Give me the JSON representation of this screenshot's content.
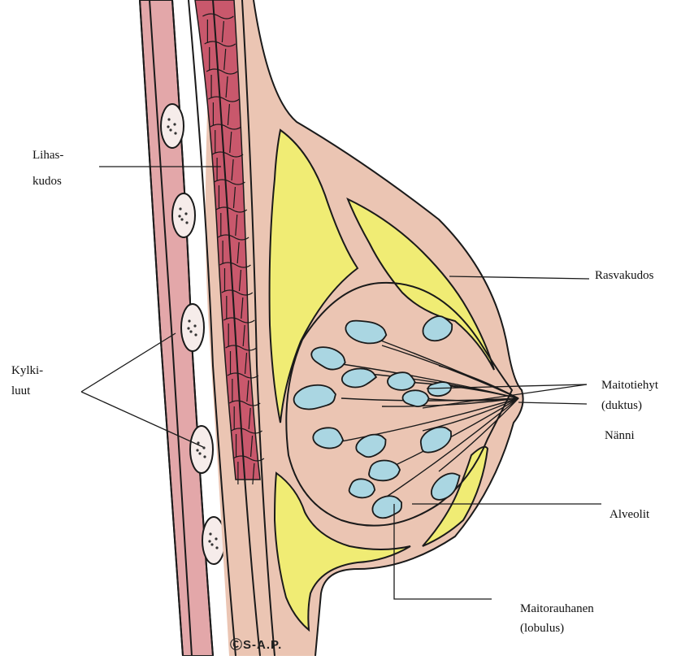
{
  "labels": {
    "lihas_line1": "Lihas-",
    "lihas_line2": "kudos",
    "kylki_line1": "Kylki-",
    "kylki_line2": "luut",
    "rasvakudos": "Rasvakudos",
    "maitotiehyt_line1": "Maitotiehyt",
    "maitotiehyt_line2": "(duktus)",
    "nanni": "Nänni",
    "alveolit": "Alveolit",
    "maitorauhanen_line1": "Maitorauhanen",
    "maitorauhanen_line2": "(lobulus)"
  },
  "signature": "S-A.P.",
  "colors": {
    "outline": "#1a1a1a",
    "skin": "#ebc5b3",
    "muscle": "#c9586c",
    "muscle_light": "#e08a98",
    "fat": "#f0ec74",
    "lobule": "#aad6e2",
    "rib": "#f6ecea",
    "wall_pink": "#e3a7a9"
  }
}
